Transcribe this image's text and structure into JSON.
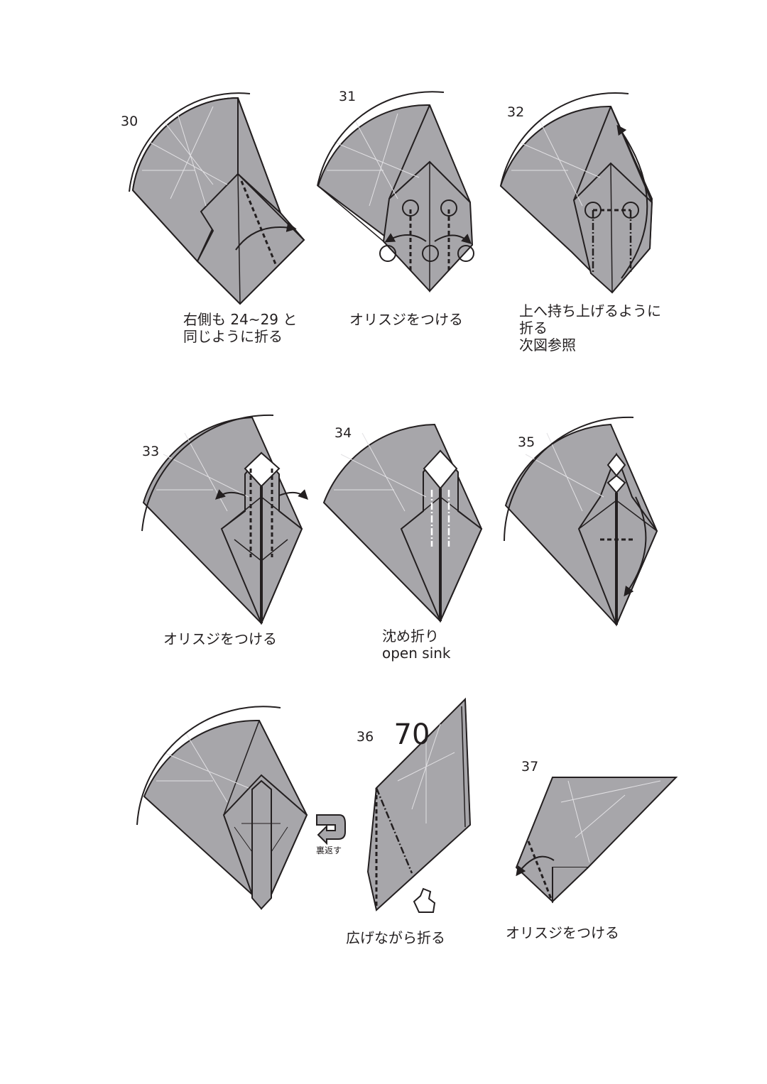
{
  "page_number": "70",
  "colors": {
    "paper": "#a7a6aa",
    "line": "#231f20",
    "crease": "#e2e1e4",
    "background": "#ffffff"
  },
  "steps": [
    {
      "number": "30",
      "caption": [
        "右側も 24~29 と",
        "同じように折る"
      ]
    },
    {
      "number": "31",
      "caption": [
        "オリスジをつける"
      ]
    },
    {
      "number": "32",
      "caption": [
        "上へ持ち上げるように",
        "折る",
        "次図参照"
      ]
    },
    {
      "number": "33",
      "caption": [
        "オリスジをつける"
      ]
    },
    {
      "number": "34",
      "caption": [
        "沈め折り",
        "open sink"
      ]
    },
    {
      "number": "35",
      "caption": []
    },
    {
      "number": "",
      "caption": [],
      "flip_label": "裏返す"
    },
    {
      "number": "36",
      "caption": [
        "広げながら折る"
      ]
    },
    {
      "number": "37",
      "caption": [
        "オリスジをつける"
      ]
    }
  ]
}
